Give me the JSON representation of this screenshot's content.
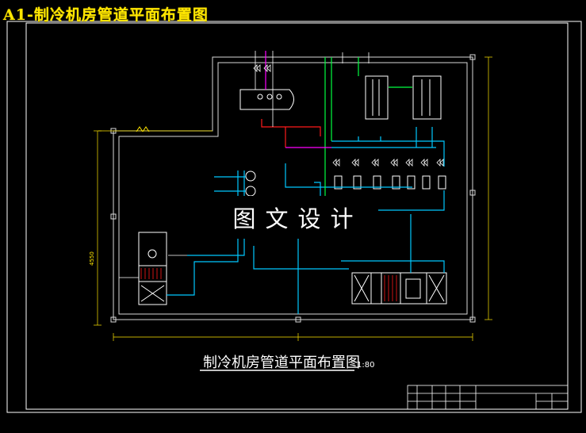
{
  "header": {
    "corner_title": "A1-制冷机房管道平面布置图"
  },
  "watermark": {
    "text": "图文设计"
  },
  "drawing": {
    "title": "制冷机房管道平面布置图",
    "scale": "1:80",
    "dimension_left": "4550"
  },
  "colors": {
    "background": "#000000",
    "frame": "#ffffff",
    "wall": "#e0e0e0",
    "chilled_water": "#00c8ff",
    "cooling_water": "#00ff40",
    "supply_pipe": "#ff1a1a",
    "make_up_water": "#ff00ff",
    "equipment": "#ffffff",
    "dimension": "#ffe600"
  }
}
